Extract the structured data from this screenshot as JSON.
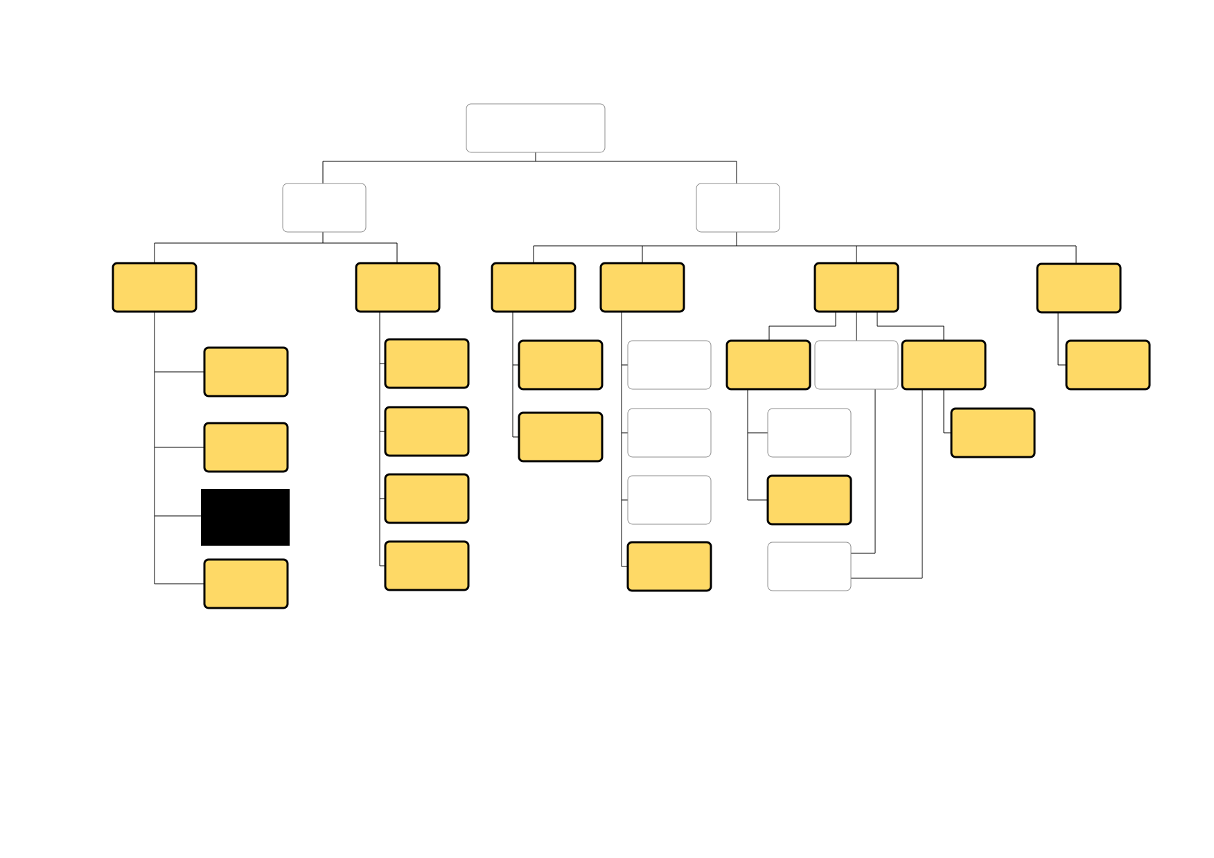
{
  "colors": {
    "background": "#ffffff",
    "yellow_fill": "#fed966",
    "node_border": "#000000",
    "empty_node_border": "#8c8c8c",
    "connector": "#000000",
    "redaction_block": "#000000"
  },
  "nodes": {
    "root": {
      "label": "",
      "style": "empty"
    },
    "branch_left": {
      "label": "",
      "style": "empty"
    },
    "branch_right": {
      "label": "",
      "style": "empty"
    },
    "col1_head": {
      "label": "",
      "style": "yellow"
    },
    "col1_item1": {
      "label": "",
      "style": "yellow"
    },
    "col1_item2": {
      "label": "",
      "style": "yellow"
    },
    "col1_item3": {
      "label": "",
      "style": "redacted"
    },
    "col1_item4": {
      "label": "",
      "style": "yellow"
    },
    "col2_head": {
      "label": "",
      "style": "yellow"
    },
    "col2_item1": {
      "label": "",
      "style": "yellow"
    },
    "col2_item2": {
      "label": "",
      "style": "yellow"
    },
    "col2_item3": {
      "label": "",
      "style": "yellow"
    },
    "col2_item4": {
      "label": "",
      "style": "yellow"
    },
    "col3_head": {
      "label": "",
      "style": "yellow"
    },
    "col3_item1": {
      "label": "",
      "style": "yellow"
    },
    "col3_item2": {
      "label": "",
      "style": "yellow"
    },
    "col4_head": {
      "label": "",
      "style": "yellow"
    },
    "col4_item1": {
      "label": "",
      "style": "empty"
    },
    "col4_item2": {
      "label": "",
      "style": "empty"
    },
    "col4_item3": {
      "label": "",
      "style": "empty"
    },
    "col4_item4": {
      "label": "",
      "style": "yellow"
    },
    "col5_head": {
      "label": "",
      "style": "yellow"
    },
    "col5_sub_left": {
      "label": "",
      "style": "yellow"
    },
    "col5_sub_mid": {
      "label": "",
      "style": "empty"
    },
    "col5_sub_right": {
      "label": "",
      "style": "yellow"
    },
    "col5_sub_left_child1": {
      "label": "",
      "style": "empty"
    },
    "col5_sub_left_child2": {
      "label": "",
      "style": "yellow"
    },
    "col5_shared_child": {
      "label": "",
      "style": "empty"
    },
    "col5_sub_right_child": {
      "label": "",
      "style": "yellow"
    },
    "col6_head": {
      "label": "",
      "style": "yellow"
    },
    "col6_item1": {
      "label": "",
      "style": "yellow"
    }
  }
}
